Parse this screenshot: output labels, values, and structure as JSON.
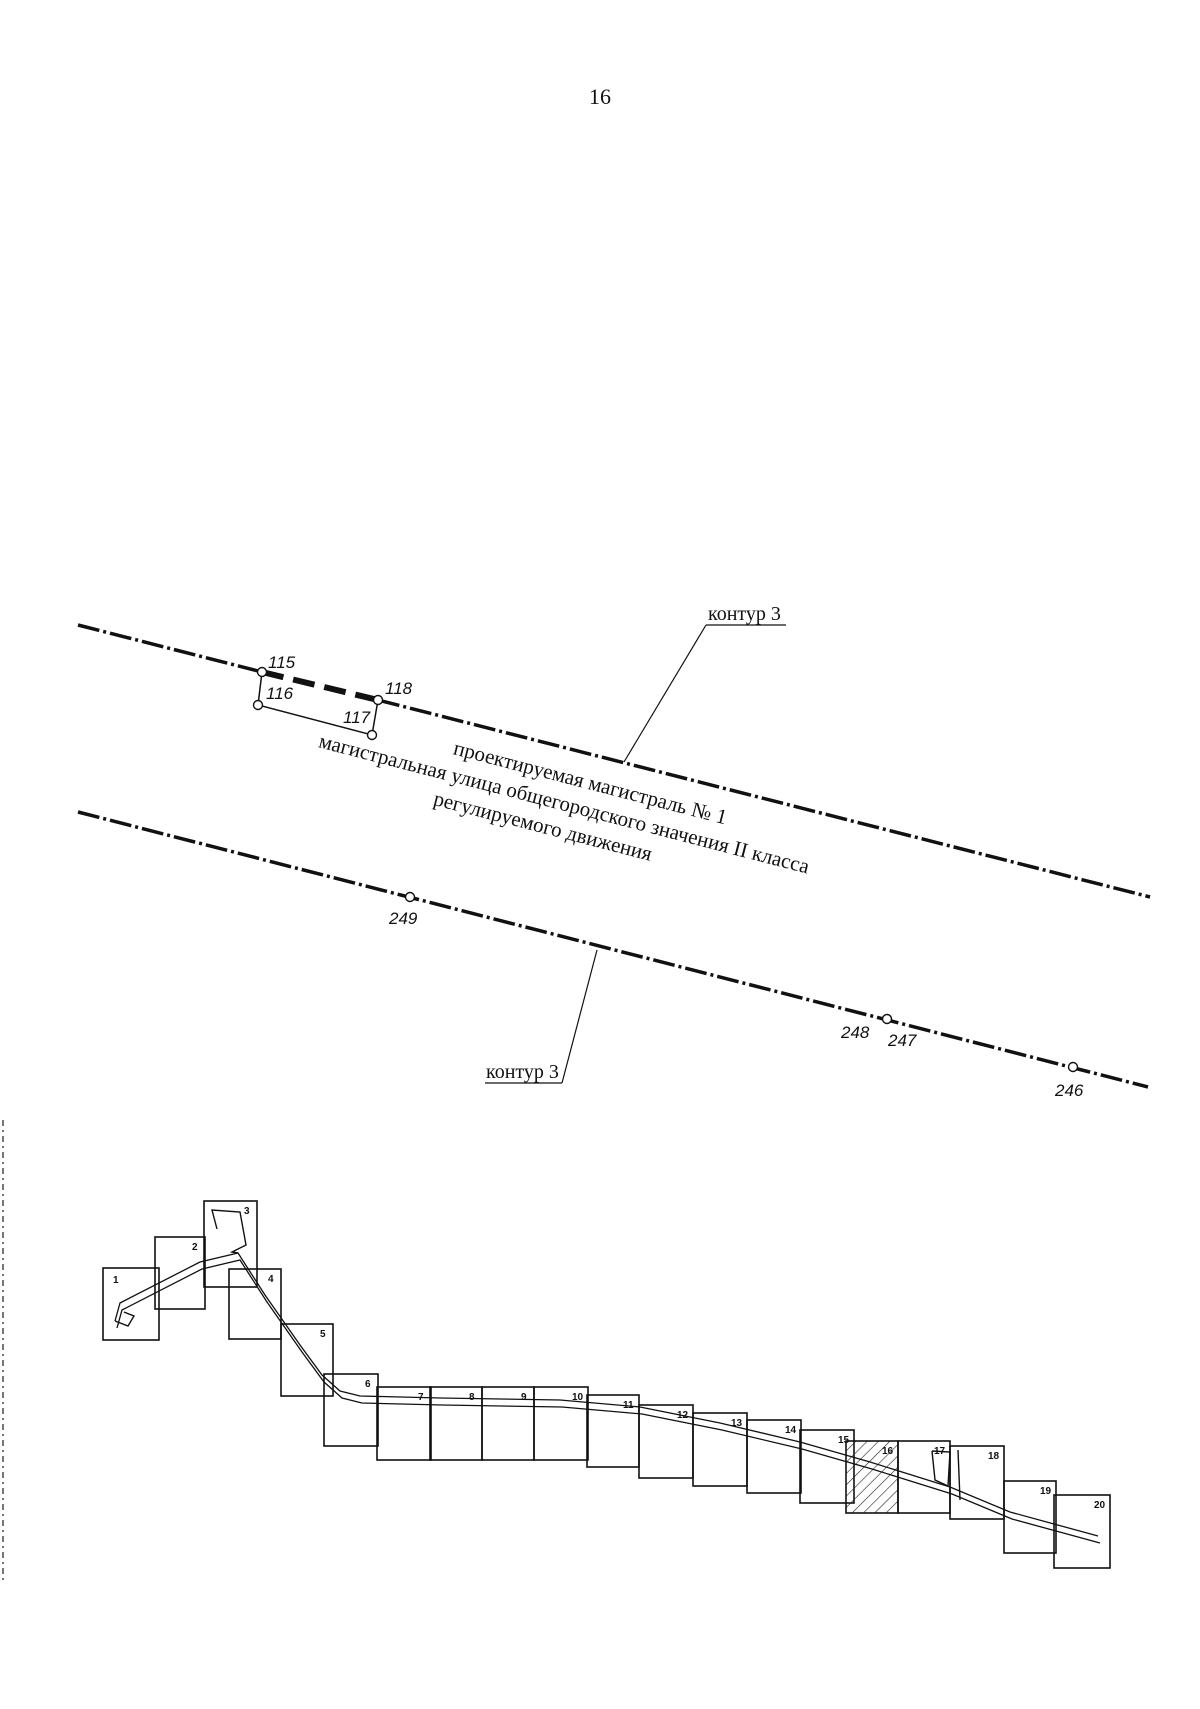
{
  "page": {
    "number": "16"
  },
  "plan": {
    "contour_label_top": "контур 3",
    "contour_label_bottom": "контур 3",
    "road_name": {
      "line1": "проектируемая магистраль № 1",
      "line2": "магистральная улица общегородского значения II класса",
      "line3": "регулируемого движения"
    },
    "points": [
      {
        "id": "115",
        "label": "115"
      },
      {
        "id": "116",
        "label": "116"
      },
      {
        "id": "117",
        "label": "117"
      },
      {
        "id": "118",
        "label": "118"
      },
      {
        "id": "249",
        "label": "249"
      },
      {
        "id": "248",
        "label": "248"
      },
      {
        "id": "247",
        "label": "247"
      },
      {
        "id": "246",
        "label": "246"
      }
    ]
  },
  "index_map": {
    "sheets": [
      "1",
      "2",
      "3",
      "4",
      "5",
      "6",
      "7",
      "8",
      "9",
      "10",
      "11",
      "12",
      "13",
      "14",
      "15",
      "16",
      "17",
      "18",
      "19",
      "20"
    ],
    "highlighted_sheet": "16"
  }
}
